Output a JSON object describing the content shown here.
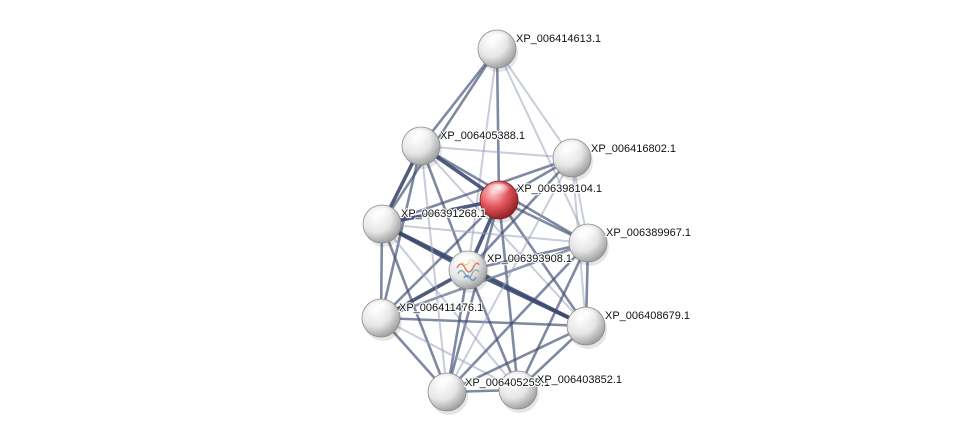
{
  "network": {
    "nodes": [
      {
        "id": "n0",
        "label": "XP_006414613.1",
        "highlight": false,
        "has_structure": false
      },
      {
        "id": "n1",
        "label": "XP_006405388.1",
        "highlight": false,
        "has_structure": false
      },
      {
        "id": "n2",
        "label": "XP_006416802.1",
        "highlight": false,
        "has_structure": false
      },
      {
        "id": "n3",
        "label": "XP_006398104.1",
        "highlight": true,
        "has_structure": false
      },
      {
        "id": "n4",
        "label": "XP_006391268.1",
        "highlight": false,
        "has_structure": false
      },
      {
        "id": "n5",
        "label": "XP_006389967.1",
        "highlight": false,
        "has_structure": false
      },
      {
        "id": "n6",
        "label": "XP_006393908.1",
        "highlight": false,
        "has_structure": true
      },
      {
        "id": "n7",
        "label": "XP_006411476.1",
        "highlight": false,
        "has_structure": false
      },
      {
        "id": "n8",
        "label": "XP_006408679.1",
        "highlight": false,
        "has_structure": false
      },
      {
        "id": "n9",
        "label": "XP_006405255.1",
        "highlight": false,
        "has_structure": false
      },
      {
        "id": "n10",
        "label": "XP_006403852.1",
        "highlight": false,
        "has_structure": false
      }
    ],
    "colors": {
      "edge_strong": "#3c4a70",
      "edge_weak": "#9aa3bd",
      "node_fill": "#e8e8e8",
      "node_highlight": "#d9464d"
    }
  }
}
